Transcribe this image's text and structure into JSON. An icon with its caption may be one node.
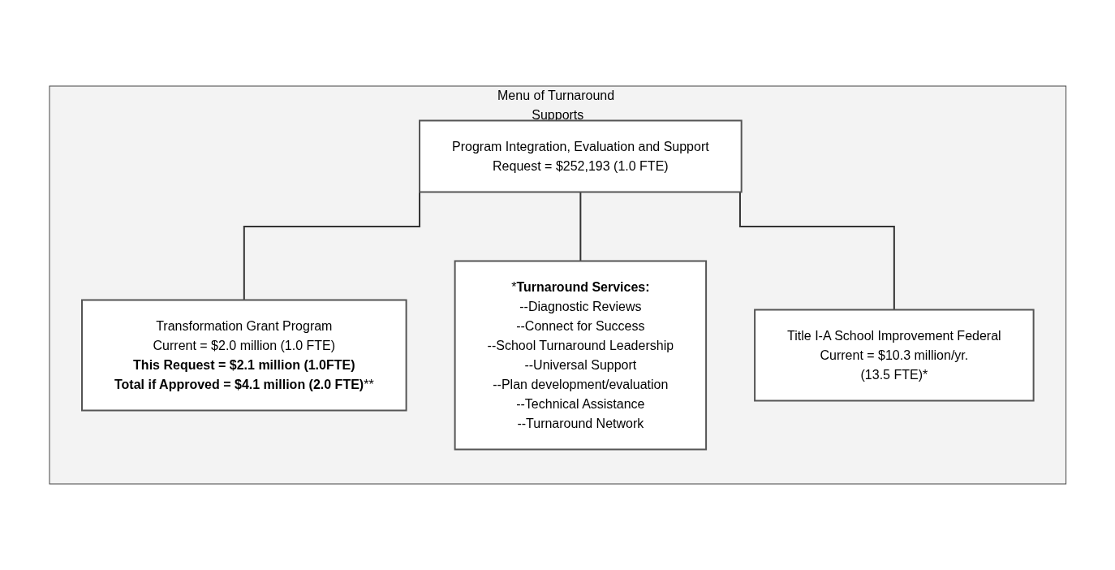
{
  "diagram": {
    "nodes": [
      {
        "text": [
          "Menu of Turnaround Supports"
        ]
      },
      {
        "text": [
          "Program Integration, Evaluation and Support",
          "Request = $252,193 (1.0 FTE)"
        ],
        "in": 0
      },
      {
        "text": [
          "Transformation Grant Program",
          "Current = $2.0 million (1.0 FTE)",
          "**This Request = $2.1 million (1.0FTE)**",
          "**Total if Approved = $4.1 million (2.0 FTE)****"
        ],
        "in": 0
      },
      {
        "text": [
          "Title I-A School Improvement Federal",
          "Current = $10.3 million/yr.",
          "(13.5 FTE)*"
        ],
        "in": 0
      },
      {
        "text": [
          "***Turnaround Services:**",
          "--Diagnostic Reviews",
          "--Connect for Success",
          "--School Turnaround Leadership",
          "--Universal Support",
          "--Plan development/evaluation",
          "--Technical Assistance",
          "--Turnaround Network"
        ],
        "in": 0
      }
    ],
    "edges": [
      {
        "from": 1,
        "to": 2,
        "arrow": "none"
      },
      {
        "from": 1,
        "to": 4,
        "arrow": "none"
      },
      {
        "from": 1,
        "to": 3,
        "arrow": "none"
      }
    ]
  }
}
